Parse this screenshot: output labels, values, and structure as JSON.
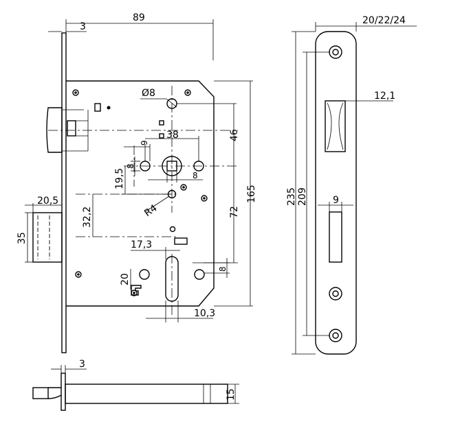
{
  "dimensions": {
    "d89": "89",
    "d3_top": "3",
    "d20_22_24": "20/22/24",
    "d_phi8": "Ø8",
    "d38": "38",
    "d9_top": "9",
    "d8_left": "8",
    "d8_right": "8",
    "d46": "46",
    "d19_5": "19,5",
    "dR4": "R4",
    "d20_5": "20,5",
    "d32_2": "32,2",
    "d35": "35",
    "d72": "72",
    "d165": "165",
    "d17_3": "17,3",
    "d8_cyl": "8",
    "d20_cyl": "20",
    "d10_3": "10,3",
    "d235": "235",
    "d209": "209",
    "d12_1": "12,1",
    "d9_strike": "9",
    "d3_bottom": "3",
    "d15": "15"
  }
}
